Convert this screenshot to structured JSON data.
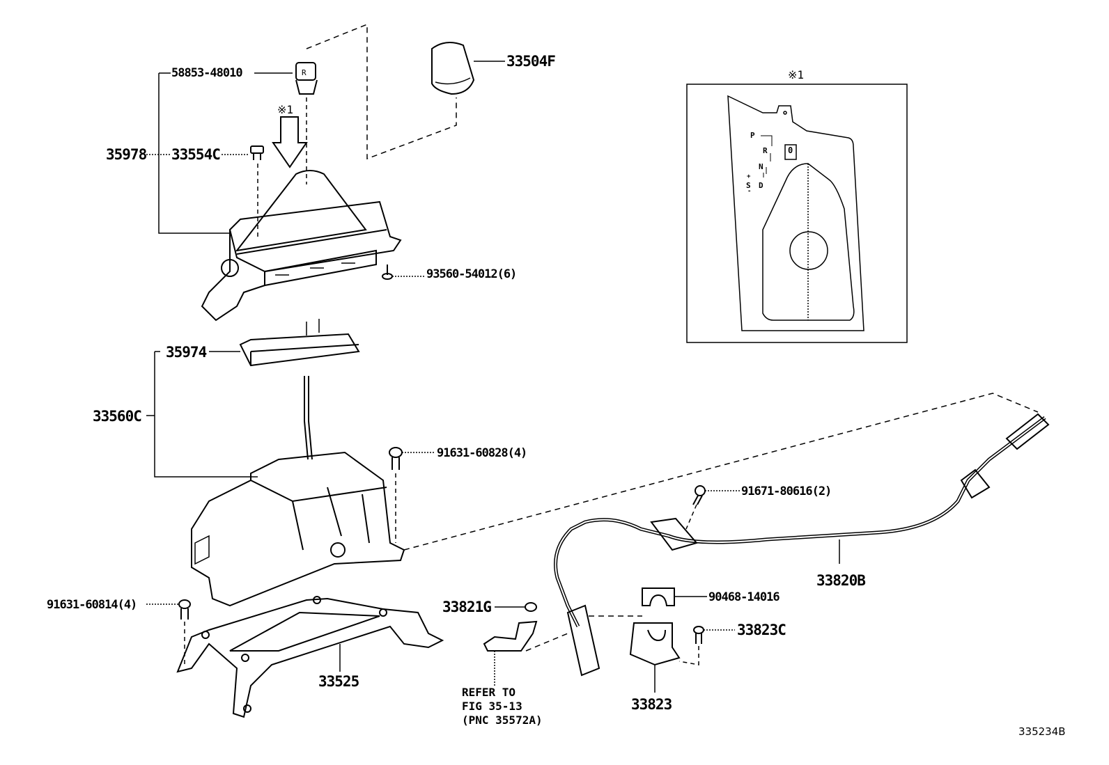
{
  "diagram": {
    "figure_code": "335234B",
    "note_marker": "※1",
    "parts": [
      {
        "id": "p_35978",
        "label": "35978"
      },
      {
        "id": "p_58853",
        "label": "58853-48010"
      },
      {
        "id": "p_33554C",
        "label": "33554C"
      },
      {
        "id": "p_33504F",
        "label": "33504F"
      },
      {
        "id": "p_93560",
        "label": "93560-54012(6)"
      },
      {
        "id": "p_35974",
        "label": "35974"
      },
      {
        "id": "p_33560C",
        "label": "33560C"
      },
      {
        "id": "p_91631_828",
        "label": "91631-60828(4)"
      },
      {
        "id": "p_91671",
        "label": "91671-80616(2)"
      },
      {
        "id": "p_33820B",
        "label": "33820B"
      },
      {
        "id": "p_90468",
        "label": "90468-14016"
      },
      {
        "id": "p_33821G",
        "label": "33821G"
      },
      {
        "id": "p_33823C",
        "label": "33823C"
      },
      {
        "id": "p_91631_814",
        "label": "91631-60814(4)"
      },
      {
        "id": "p_33525",
        "label": "33525"
      },
      {
        "id": "p_33823",
        "label": "33823"
      }
    ],
    "reference_note": "REFER TO\nFIG 35-13\n(PNC 35572A)",
    "inset": {
      "marker": "※1",
      "shift_positions": [
        "P",
        "R",
        "N",
        "D",
        "S",
        "+",
        "-"
      ],
      "button_glyph": "0"
    }
  }
}
